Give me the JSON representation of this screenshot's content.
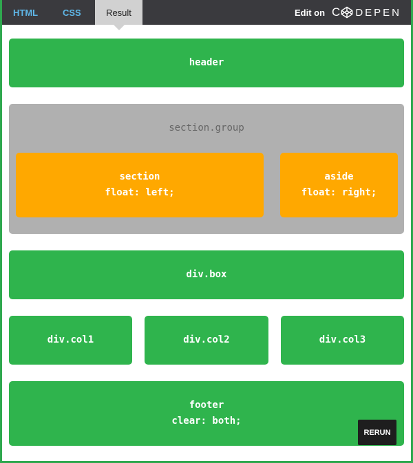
{
  "topbar": {
    "tabs": [
      {
        "label": "HTML",
        "active": false
      },
      {
        "label": "CSS",
        "active": false
      },
      {
        "label": "Result",
        "active": true
      }
    ],
    "edit_on_label": "Edit on",
    "brand_first": "C",
    "brand_rest": "DEPEN",
    "brand_logo_icon": "codepen-cube-icon"
  },
  "result": {
    "header": {
      "line1": "header"
    },
    "group": {
      "label": "section.group"
    },
    "section": {
      "line1": "section",
      "line2": "float: left;"
    },
    "aside": {
      "line1": "aside",
      "line2": "float: right;"
    },
    "box": {
      "line1": "div.box"
    },
    "cols": [
      "div.col1",
      "div.col2",
      "div.col3"
    ],
    "footer": {
      "line1": "footer",
      "line2": "clear: both;"
    }
  },
  "rerun_label": "RERUN",
  "colors": {
    "frame_border": "#2fa84f",
    "topbar_bg": "#3a3a3e",
    "tab_link": "#5fb7e8",
    "active_tab_bg": "#d1d1d1",
    "green_block": "#2fb44d",
    "orange_block": "#ffa800",
    "gray_group": "#b0b0b0",
    "rerun_bg": "#1e1e1e"
  }
}
